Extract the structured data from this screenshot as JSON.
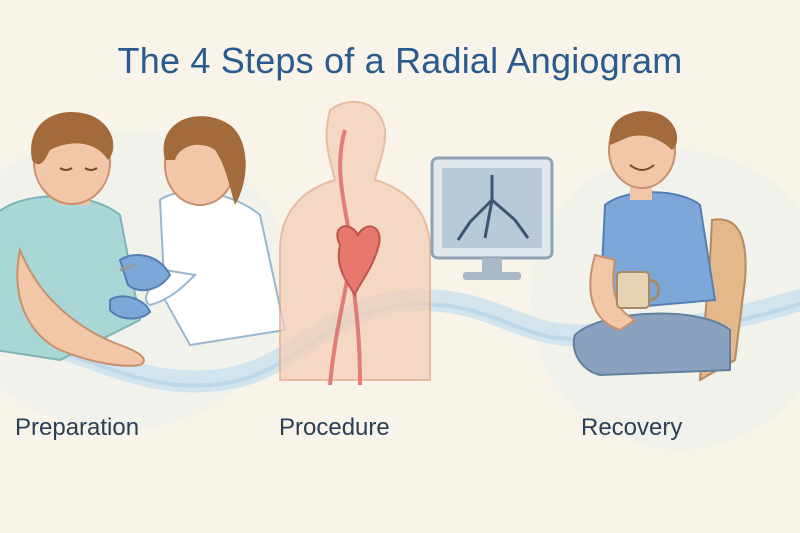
{
  "title": "The 4 Steps of a Radial Angiogram",
  "steps": [
    {
      "label": "Preparation"
    },
    {
      "label": "Procedure"
    },
    {
      "label": "Recovery"
    }
  ],
  "colors": {
    "background": "#f8f4ea",
    "title": "#2a5a8e",
    "label": "#2b3f55",
    "path": "#bcd8ea",
    "artery": "#e0706a"
  },
  "illustration": {
    "icons": [
      "patient-preparation-illustration",
      "nurse-illustration",
      "torso-heart-illustration",
      "monitor-angiogram-icon",
      "patient-recovery-illustration",
      "coffee-cup-icon"
    ]
  }
}
